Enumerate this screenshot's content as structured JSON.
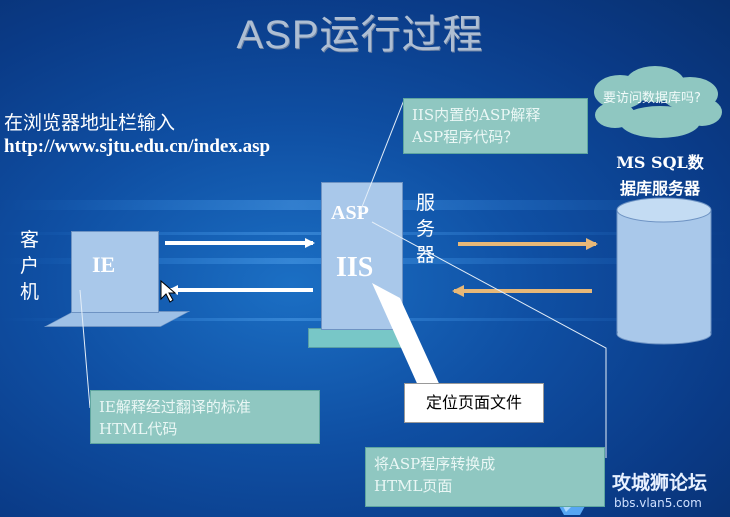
{
  "title": "ASP运行过程",
  "intro": "在浏览器地址栏输入",
  "url": "http://www.sjtu.edu.cn/index.asp",
  "client_label": "客户机",
  "server_label": "服务器",
  "ie_label": "IE",
  "asp_label": "ASP",
  "iis_label": "IIS",
  "db_label_line1": "MS SQL数",
  "db_label_line2": "据库服务器",
  "callout_iis_line1": "IIS内置的ASP解释",
  "callout_iis_line2": "ASP程序代码？",
  "cloud": "要访问数据库吗?",
  "callout_ie_line1": "IE解释经过翻译的标准",
  "callout_ie_line2": "HTML代码",
  "callout_locate": "定位页面文件",
  "callout_asp_line1": "将ASP程序转换成",
  "callout_asp_line2": "HTML页面",
  "watermark": "攻城狮论坛",
  "watermark_url": "bbs.vlan5.com",
  "colors": {
    "arrow_client": "#ffffff",
    "arrow_db": "#e7b878",
    "callout_fill": "#8fc7c1",
    "box_fill": "#a9c8ea"
  }
}
